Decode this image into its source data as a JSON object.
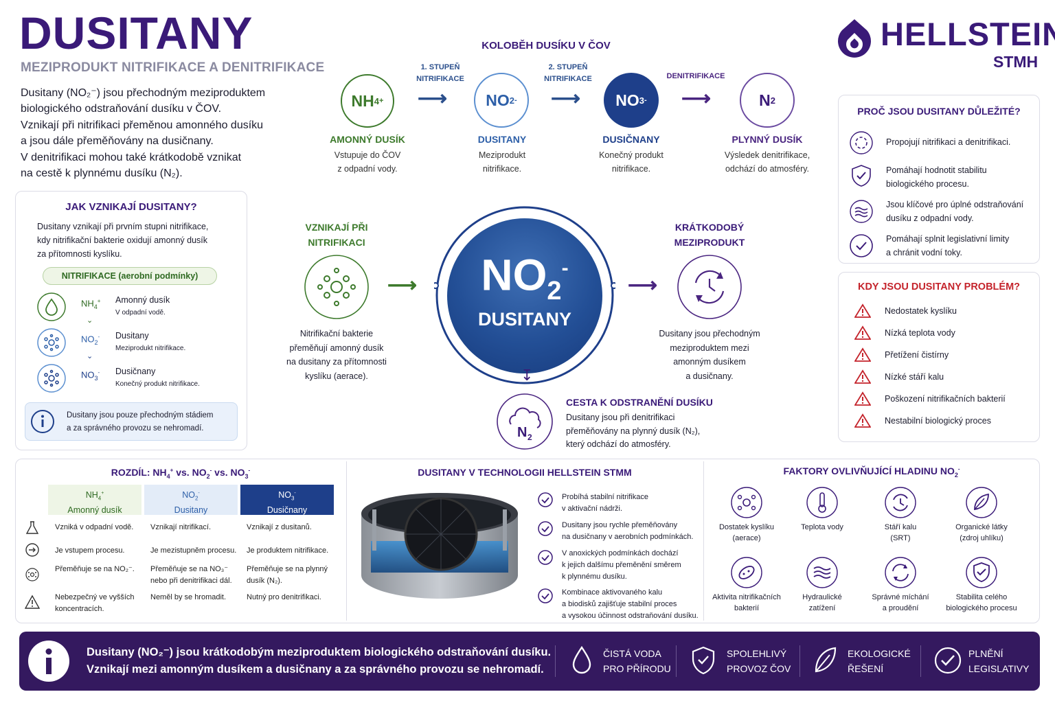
{
  "header": {
    "title": "DUSITANY",
    "subtitle": "MEZIPRODUKT NITRIFIKACE A DENITRIFIKACE",
    "intro": [
      "Dusitany (NO₂⁻) jsou přechodným meziproduktem",
      "biologického odstraňování dusíku v ČOV.",
      "Vznikají při nitrifikaci přeměnou amonného dusíku",
      "a jsou dále přeměňovány na dusičnany.",
      "V denitrifikaci mohou také krátkodobě vznikat",
      "na cestě k plynnému dusíku (N₂)."
    ]
  },
  "logo": {
    "name": "HELLSTEIN",
    "sub": "STMH"
  },
  "cycle": {
    "title": "KOLOBĚH DUSÍKU V ČOV",
    "stage1": [
      "1. STUPEŇ",
      "NITRIFIKACE"
    ],
    "stage2": [
      "2. STUPEŇ",
      "NITRIFIKACE"
    ],
    "stage3": "DENITRIFIKACE",
    "items": [
      {
        "formula": "NH",
        "sub": "4",
        "sup": "+",
        "name": "AMONNÝ DUSÍK",
        "desc": [
          "Vstupuje do ČOV",
          "z odpadní vody."
        ],
        "color": "#3d7a2c"
      },
      {
        "formula": "NO",
        "sub": "2",
        "sup": "-",
        "name": "DUSITANY",
        "desc": [
          "Meziprodukt",
          "nitrifikace."
        ],
        "color": "#2d5fa8"
      },
      {
        "formula": "NO",
        "sub": "3",
        "sup": "-",
        "name": "DUSIČNANY",
        "desc": [
          "Konečný produkt",
          "nitrifikace."
        ],
        "color": "#1e3f8a"
      },
      {
        "formula": "N",
        "sub": "2",
        "sup": "",
        "name": "PLYNNÝ DUSÍK",
        "desc": [
          "Výsledek denitrifikace,",
          "odchází do atmosféry."
        ],
        "color": "#4a2580"
      }
    ]
  },
  "how": {
    "title": "JAK VZNIKAJÍ DUSITANY?",
    "text": [
      "Dusitany vznikají při prvním stupni nitrifikace,",
      "kdy nitrifikační bakterie oxidují amonný dusík",
      "za přítomnosti kyslíku."
    ],
    "badge": "NITRIFIKACE (aerobní podmínky)",
    "rows": [
      {
        "f": "NH",
        "sub": "4",
        "sup": "+",
        "name": "Amonný dusík",
        "desc": "V odpadní vodě."
      },
      {
        "f": "NO",
        "sub": "2",
        "sup": "-",
        "name": "Dusitany",
        "desc": "Meziprodukt nitrifikace."
      },
      {
        "f": "NO",
        "sub": "3",
        "sup": "-",
        "name": "Dusičnany",
        "desc": "Konečný produkt nitrifikace."
      }
    ],
    "note": [
      "Dusitany jsou pouze přechodným stádiem",
      "a za správného provozu se nehromadí."
    ]
  },
  "center": {
    "formula": "NO",
    "sub": "2",
    "sup": "-",
    "label": "DUSITANY",
    "left_title": [
      "VZNIKAJÍ PŘI",
      "NITRIFIKACI"
    ],
    "left_text": [
      "Nitrifikační bakterie",
      "přeměňují amonný dusík",
      "na dusitany za přítomnosti",
      "kyslíku (aerace)."
    ],
    "right_title": [
      "KRÁTKODOBÝ",
      "MEZIPRODUKT"
    ],
    "right_text": [
      "Dusitany jsou přechodným",
      "meziproduktem mezi",
      "amonným dusíkem",
      "a dusičnany."
    ],
    "bottom_title": "CESTA K ODSTRANĚNÍ DUSÍKU",
    "bottom_text": [
      "Dusitany jsou při denitrifikaci",
      "přeměňovány na plynný dusík (N₂),",
      "který odchází do atmosféry."
    ]
  },
  "why": {
    "title": "PROČ JSOU DUSITANY DŮLEŽITÉ?",
    "items": [
      [
        "Propojují nitrifikaci a denitrifikaci."
      ],
      [
        "Pomáhají hodnotit stabilitu",
        "biologického procesu."
      ],
      [
        "Jsou klíčové pro úplné odstraňování",
        "dusíku z odpadní vody."
      ],
      [
        "Pomáhají splnit legislativní limity",
        "a chránit vodní toky."
      ]
    ]
  },
  "problem": {
    "title": "KDY JSOU DUSITANY PROBLÉM?",
    "items": [
      "Nedostatek kyslíku",
      "Nízká teplota vody",
      "Přetížení čistírny",
      "Nízké stáří kalu",
      "Poškození nitrifikačních bakterií",
      "Nestabilní biologický proces"
    ]
  },
  "diff": {
    "title_parts": [
      "ROZDÍL: NH",
      "4",
      "+",
      " vs. NO",
      "2",
      "-",
      " vs. NO",
      "3",
      "-"
    ],
    "cols": [
      {
        "f": "NH",
        "sub": "4",
        "sup": "+",
        "name": "Amonný dusík"
      },
      {
        "f": "NO",
        "sub": "2",
        "sup": "-",
        "name": "Dusitany"
      },
      {
        "f": "NO",
        "sub": "3",
        "sup": "-",
        "name": "Dusičnany"
      }
    ],
    "rows": [
      [
        "Vzniká v odpadní vodě.",
        "Vznikají nitrifikací.",
        "Vznikají z dusitanů."
      ],
      [
        "Je vstupem procesu.",
        "Je mezistupněm procesu.",
        "Je produktem nitrifikace."
      ],
      [
        "Přeměňuje se na NO₂⁻.",
        "Přeměňuje se na NO₃⁻|nebo při denitrifikaci dál.",
        "Přeměňuje se na plynný|dusík (N₂)."
      ],
      [
        "Nebezpečný ve vyšších|koncentracích.",
        "Neměl by se hromadit.",
        "Nutný pro denitrifikaci."
      ]
    ]
  },
  "tech": {
    "title": "DUSITANY V TECHNOLOGII HELLSTEIN STMM",
    "items": [
      [
        "Probíhá stabilní nitrifikace",
        "v aktivační nádrži."
      ],
      [
        "Dusitany jsou rychle přeměňovány",
        "na dusičnany v aerobních podmínkách."
      ],
      [
        "V anoxických podmínkách dochází",
        "k jejich dalšímu přeměnění směrem",
        "k plynnému dusíku."
      ],
      [
        "Kombinace aktivovaného kalu",
        "a biodisků zajišťuje stabilní proces",
        "a vysokou účinnost odstraňování dusíku."
      ]
    ]
  },
  "factors": {
    "title": "FAKTORY OVLIVŇUJÍCÍ HLADINU NO",
    "title_sub": "2",
    "title_sup": "-",
    "items": [
      [
        "Dostatek kyslíku",
        "(aerace)"
      ],
      [
        "Teplota vody"
      ],
      [
        "Stáří kalu",
        "(SRT)"
      ],
      [
        "Organické látky",
        "(zdroj uhlíku)"
      ],
      [
        "Aktivita nitrifikačních",
        "bakterií"
      ],
      [
        "Hydraulické",
        "zatížení"
      ],
      [
        "Správné míchání",
        "a proudění"
      ],
      [
        "Stabilita celého",
        "biologického procesu"
      ]
    ]
  },
  "footer": {
    "text": [
      "Dusitany (NO₂⁻) jsou krátkodobým meziproduktem biologického odstraňování dusíku.",
      "Vznikají mezi amonným dusíkem a dusičnany a za správného provozu se nehromadí."
    ],
    "items": [
      [
        "ČISTÁ VODA",
        "PRO PŘÍRODU"
      ],
      [
        "SPOLEHLIVÝ",
        "PROVOZ ČOV"
      ],
      [
        "EKOLOGICKÉ",
        "ŘEŠENÍ"
      ],
      [
        "PLNĚNÍ",
        "LEGISLATIVY"
      ]
    ]
  },
  "colors": {
    "purple": "#3a1a78",
    "green": "#3d7a2c",
    "blue": "#2d5fa8",
    "navy": "#1e3f8a",
    "red": "#c4232b"
  }
}
